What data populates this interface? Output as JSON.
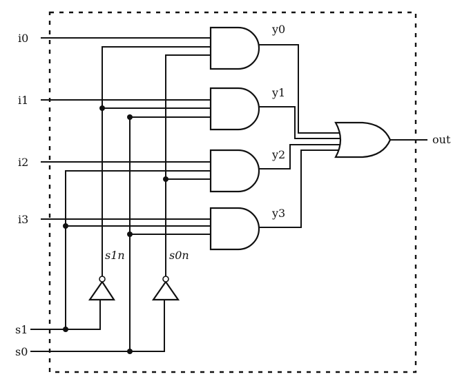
{
  "inputs": {
    "i0": "i0",
    "i1": "i1",
    "i2": "i2",
    "i3": "i3",
    "s1": "s1",
    "s0": "s0"
  },
  "gate_outputs": {
    "y0": "y0",
    "y1": "y1",
    "y2": "y2",
    "y3": "y3"
  },
  "inverted_signals": {
    "s1n": "s1n",
    "s0n": "s0n"
  },
  "output": "out",
  "colors": {
    "line": "#111111",
    "background": "#ffffff"
  }
}
